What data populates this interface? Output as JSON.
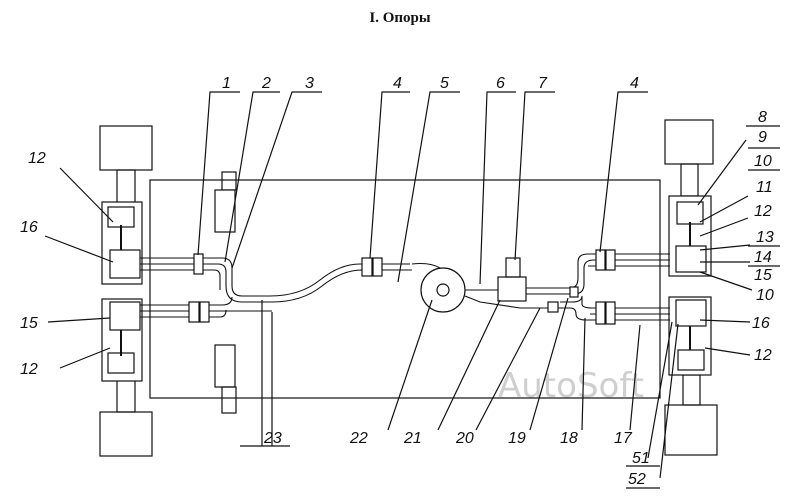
{
  "title": "I. Опоры",
  "watermark": "AutoSoft",
  "labels": [
    "1",
    "2",
    "3",
    "4",
    "5",
    "6",
    "7",
    "4",
    "8",
    "9",
    "10",
    "11",
    "12",
    "13",
    "14",
    "15",
    "10",
    "16",
    "12",
    "12",
    "16",
    "15",
    "12",
    "23",
    "22",
    "21",
    "20",
    "19",
    "18",
    "17",
    "51",
    "52"
  ]
}
